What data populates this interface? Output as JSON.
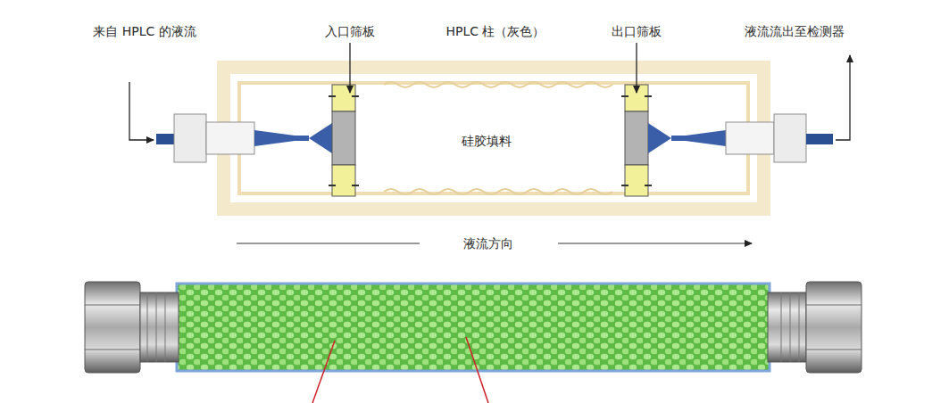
{
  "diagram": {
    "labels": [
      "来自 HPLC 的液流",
      "入口筛板",
      "HPLC 柱（灰色）",
      "出口筛板",
      "液流流出至检测器",
      "硅胶填料",
      "液流方向"
    ]
  }
}
